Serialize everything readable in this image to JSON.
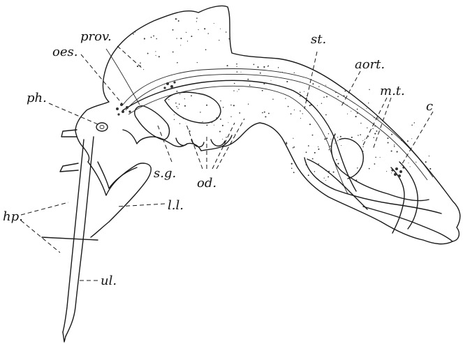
{
  "figure": {
    "labels": {
      "prov": "prov.",
      "oes": "oes.",
      "ph": "ph.",
      "st": "st.",
      "aort": "aort.",
      "mt": "m.t.",
      "c": "c",
      "sg": "s.g.",
      "od": "od.",
      "ll": "l.l.",
      "hp": "hp.",
      "ul": "ul."
    }
  }
}
